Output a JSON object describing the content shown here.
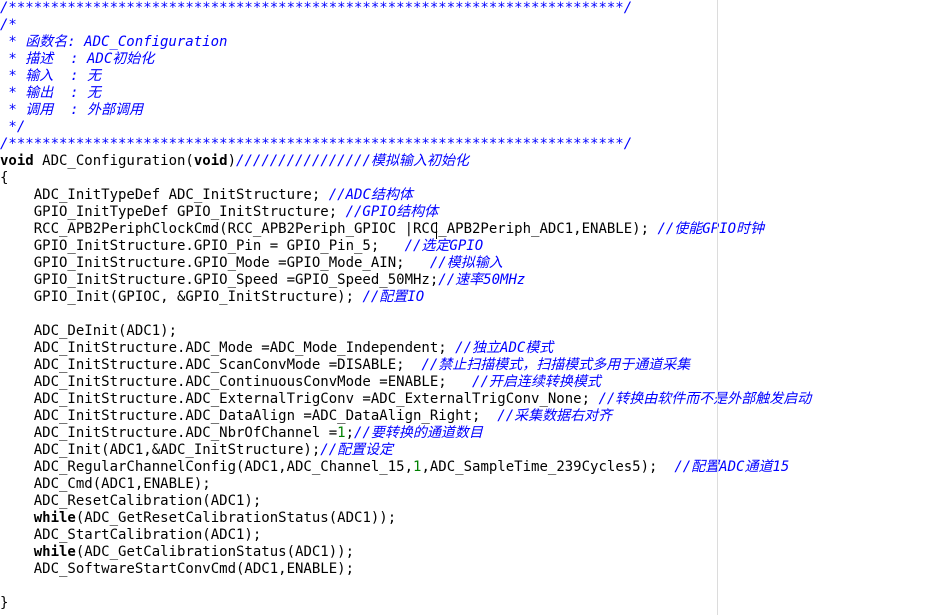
{
  "editor": {
    "language": "c",
    "colors": {
      "background": "#ffffff",
      "text": "#000000",
      "comment": "#0000ff",
      "keyword": "#000000",
      "number": "#008000",
      "margin_guide": "#dcdcdc"
    },
    "lines": [
      [
        {
          "t": "comment",
          "v": "/*************************************************************************/"
        }
      ],
      [
        {
          "t": "comment",
          "v": "/*"
        }
      ],
      [
        {
          "t": "comment",
          "v": " * 函数名: ADC_Configuration"
        }
      ],
      [
        {
          "t": "comment",
          "v": " * 描述  : ADC初始化"
        }
      ],
      [
        {
          "t": "comment",
          "v": " * 输入  : 无"
        }
      ],
      [
        {
          "t": "comment",
          "v": " * 输出  : 无"
        }
      ],
      [
        {
          "t": "comment",
          "v": " * 调用  : 外部调用"
        }
      ],
      [
        {
          "t": "comment",
          "v": " */"
        }
      ],
      [
        {
          "t": "comment",
          "v": "/*************************************************************************/"
        }
      ],
      [
        {
          "t": "keyword",
          "v": "void"
        },
        {
          "t": "text",
          "v": " ADC_Configuration("
        },
        {
          "t": "keyword",
          "v": "void"
        },
        {
          "t": "text",
          "v": ")"
        },
        {
          "t": "comment",
          "v": "////////////////模拟输入初始化"
        }
      ],
      [
        {
          "t": "text",
          "v": "{"
        }
      ],
      [
        {
          "t": "text",
          "v": "    ADC_InitTypeDef ADC_InitStructure; "
        },
        {
          "t": "comment",
          "v": "//ADC结构体"
        }
      ],
      [
        {
          "t": "text",
          "v": "    GPIO_InitTypeDef GPIO_InitStructure; "
        },
        {
          "t": "comment",
          "v": "//GPIO结构体"
        }
      ],
      [
        {
          "t": "text",
          "v": "    RCC_APB2PeriphClockCmd(RCC_APB2Periph_GPIOC |RCC_APB2Periph_ADC1,ENABLE); "
        },
        {
          "t": "comment",
          "v": "//使能GPIO时钟"
        }
      ],
      [
        {
          "t": "text",
          "v": "    GPIO_InitStructure.GPIO_Pin = GPIO_Pin_5;   "
        },
        {
          "t": "comment",
          "v": "//选定GPIO"
        }
      ],
      [
        {
          "t": "text",
          "v": "    GPIO_InitStructure.GPIO_Mode =GPIO_Mode_AIN;   "
        },
        {
          "t": "comment",
          "v": "//模拟输入"
        }
      ],
      [
        {
          "t": "text",
          "v": "    GPIO_InitStructure.GPIO_Speed =GPIO_Speed_50MHz;"
        },
        {
          "t": "comment",
          "v": "//速率50MHz"
        }
      ],
      [
        {
          "t": "text",
          "v": "    GPIO_Init(GPIOC, &GPIO_InitStructure); "
        },
        {
          "t": "comment",
          "v": "//配置IO"
        }
      ],
      [],
      [
        {
          "t": "text",
          "v": "    ADC_DeInit(ADC1);"
        }
      ],
      [
        {
          "t": "text",
          "v": "    ADC_InitStructure.ADC_Mode =ADC_Mode_Independent; "
        },
        {
          "t": "comment",
          "v": "//独立ADC模式"
        }
      ],
      [
        {
          "t": "text",
          "v": "    ADC_InitStructure.ADC_ScanConvMode =DISABLE;  "
        },
        {
          "t": "comment",
          "v": "//禁止扫描模式，扫描模式多用于通道采集"
        }
      ],
      [
        {
          "t": "text",
          "v": "    ADC_InitStructure.ADC_ContinuousConvMode =ENABLE;   "
        },
        {
          "t": "comment",
          "v": "//开启连续转换模式"
        }
      ],
      [
        {
          "t": "text",
          "v": "    ADC_InitStructure.ADC_ExternalTrigConv =ADC_ExternalTrigConv_None; "
        },
        {
          "t": "comment",
          "v": "//转换由软件而不是外部触发启动"
        }
      ],
      [
        {
          "t": "text",
          "v": "    ADC_InitStructure.ADC_DataAlign =ADC_DataAlign_Right;  "
        },
        {
          "t": "comment",
          "v": "//采集数据右对齐"
        }
      ],
      [
        {
          "t": "text",
          "v": "    ADC_InitStructure.ADC_NbrOfChannel ="
        },
        {
          "t": "number",
          "v": "1"
        },
        {
          "t": "text",
          "v": ";"
        },
        {
          "t": "comment",
          "v": "//要转换的通道数目"
        }
      ],
      [
        {
          "t": "text",
          "v": "    ADC_Init(ADC1,&ADC_InitStructure);"
        },
        {
          "t": "comment",
          "v": "//配置设定"
        }
      ],
      [
        {
          "t": "text",
          "v": "    ADC_RegularChannelConfig(ADC1,ADC_Channel_15,"
        },
        {
          "t": "number",
          "v": "1"
        },
        {
          "t": "text",
          "v": ",ADC_SampleTime_239Cycles5);  "
        },
        {
          "t": "comment",
          "v": "//配置ADC通道15"
        }
      ],
      [
        {
          "t": "text",
          "v": "    ADC_Cmd(ADC1,ENABLE);"
        }
      ],
      [
        {
          "t": "text",
          "v": "    ADC_ResetCalibration(ADC1);"
        }
      ],
      [
        {
          "t": "text",
          "v": "    "
        },
        {
          "t": "keyword",
          "v": "while"
        },
        {
          "t": "text",
          "v": "(ADC_GetResetCalibrationStatus(ADC1));"
        }
      ],
      [
        {
          "t": "text",
          "v": "    ADC_StartCalibration(ADC1);"
        }
      ],
      [
        {
          "t": "text",
          "v": "    "
        },
        {
          "t": "keyword",
          "v": "while"
        },
        {
          "t": "text",
          "v": "(ADC_GetCalibrationStatus(ADC1));"
        }
      ],
      [
        {
          "t": "text",
          "v": "    ADC_SoftwareStartConvCmd(ADC1,ENABLE);"
        }
      ],
      [],
      [
        {
          "t": "text",
          "v": "}"
        }
      ]
    ]
  }
}
